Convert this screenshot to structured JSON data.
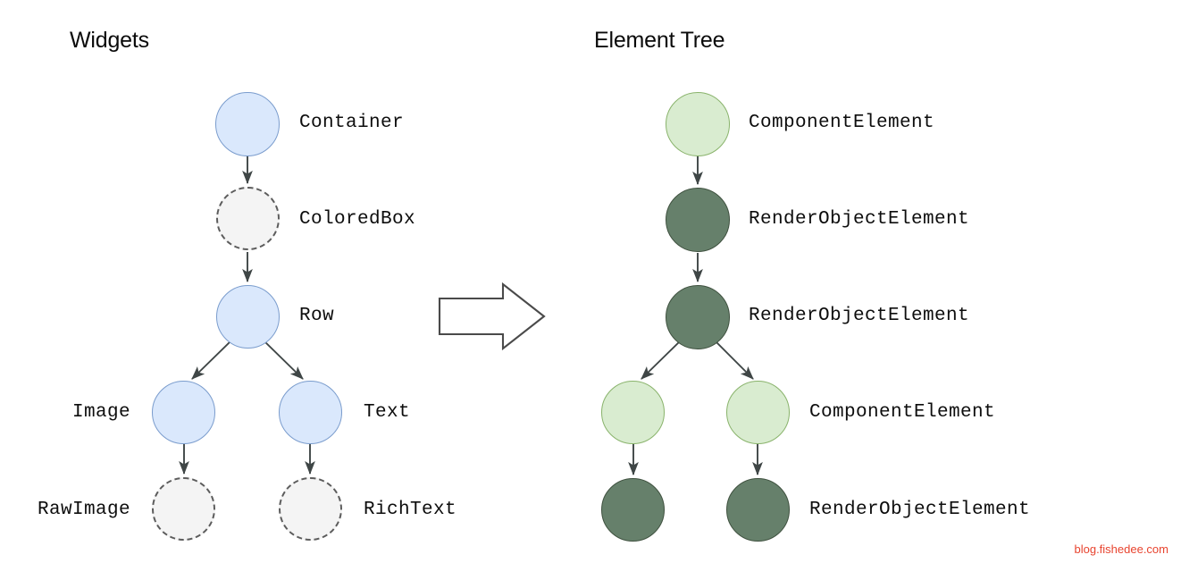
{
  "panels": {
    "left": {
      "title": "Widgets",
      "nodes": [
        {
          "id": "container",
          "label": "Container",
          "kind": "blue",
          "label_side": "right"
        },
        {
          "id": "coloredbox",
          "label": "ColoredBox",
          "kind": "dashed",
          "label_side": "right"
        },
        {
          "id": "row",
          "label": "Row",
          "kind": "blue",
          "label_side": "right"
        },
        {
          "id": "image",
          "label": "Image",
          "kind": "blue",
          "label_side": "left"
        },
        {
          "id": "text",
          "label": "Text",
          "kind": "blue",
          "label_side": "right"
        },
        {
          "id": "rawimage",
          "label": "RawImage",
          "kind": "dashed",
          "label_side": "left"
        },
        {
          "id": "richtext",
          "label": "RichText",
          "kind": "dashed",
          "label_side": "right"
        }
      ]
    },
    "right": {
      "title": "Element Tree",
      "nodes": [
        {
          "id": "e-component-1",
          "label": "ComponentElement",
          "kind": "green-light",
          "label_side": "right"
        },
        {
          "id": "e-render-1",
          "label": "RenderObjectElement",
          "kind": "green-dark",
          "label_side": "right"
        },
        {
          "id": "e-render-2",
          "label": "RenderObjectElement",
          "kind": "green-dark",
          "label_side": "right"
        },
        {
          "id": "e-component-2",
          "label": "",
          "kind": "green-light",
          "label_side": "none"
        },
        {
          "id": "e-component-3",
          "label": "ComponentElement",
          "kind": "green-light",
          "label_side": "right"
        },
        {
          "id": "e-render-3",
          "label": "",
          "kind": "green-dark",
          "label_side": "none"
        },
        {
          "id": "e-render-4",
          "label": "RenderObjectElement",
          "kind": "green-dark",
          "label_side": "right"
        }
      ]
    }
  },
  "transform_arrow": {
    "name": "transforms-to-arrow"
  },
  "watermark": {
    "text": "blog.fishedee.com",
    "color": "#e8442f"
  },
  "colors": {
    "widget_fill": "#dae8fc",
    "widget_stroke": "#7a9ccd",
    "placeholder_fill": "#f4f4f4",
    "placeholder_stroke": "#5c5c5c",
    "component_fill": "#d9ecd0",
    "component_stroke": "#89b36b",
    "render_fill": "#66806b",
    "render_stroke": "#3f513f",
    "edge": "#3f4646",
    "title": "#0a0a0a"
  }
}
